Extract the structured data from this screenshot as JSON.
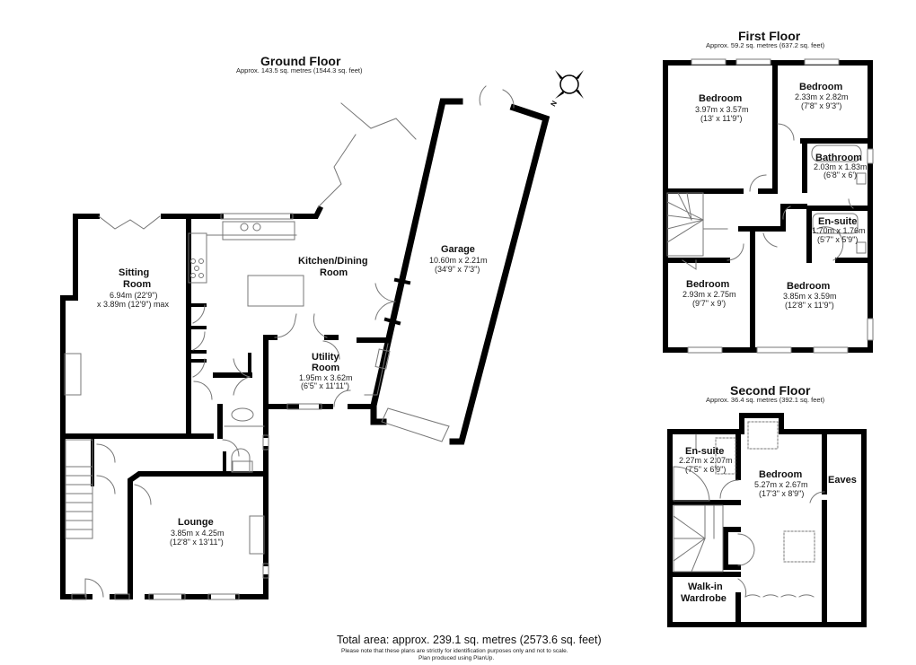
{
  "floors": {
    "ground": {
      "title": "Ground Floor",
      "area": "Approx. 143.5 sq. metres (1544.3 sq. feet)",
      "rooms": {
        "sitting": {
          "name_line1": "Sitting",
          "name_line2": "Room",
          "dim1": "6.94m (22'9\")",
          "dim2": "x 3.89m (12'9\") max"
        },
        "kitchen": {
          "name_line1": "Kitchen/Dining",
          "name_line2": "Room"
        },
        "garage": {
          "name": "Garage",
          "dim_m": "10.60m x 2.21m",
          "dim_ft": "(34'9\" x 7'3\")"
        },
        "utility": {
          "name_line1": "Utility",
          "name_line2": "Room",
          "dim_m": "1.95m x 3.62m",
          "dim_ft": "(6'5\" x 11'11\")"
        },
        "lounge": {
          "name": "Lounge",
          "dim_m": "3.85m x 4.25m",
          "dim_ft": "(12'8\" x 13'11\")"
        }
      }
    },
    "first": {
      "title": "First Floor",
      "area": "Approx. 59.2 sq. metres (637.2 sq. feet)",
      "rooms": {
        "bed1": {
          "name": "Bedroom",
          "dim_m": "3.97m x 3.57m",
          "dim_ft": "(13' x 11'9\")"
        },
        "bed2": {
          "name": "Bedroom",
          "dim_m": "2.33m x 2.82m",
          "dim_ft": "(7'8\" x 9'3\")"
        },
        "bathroom": {
          "name": "Bathroom",
          "dim_m": "2.03m x 1.83m",
          "dim_ft": "(6'8\" x 6')"
        },
        "ensuite": {
          "name": "En-suite",
          "dim_m": "1.70m x 1.76m",
          "dim_ft": "(5'7\" x 5'9\")"
        },
        "bed3": {
          "name": "Bedroom",
          "dim_m": "2.93m x 2.75m",
          "dim_ft": "(9'7\" x 9')"
        },
        "bed4": {
          "name": "Bedroom",
          "dim_m": "3.85m x 3.59m",
          "dim_ft": "(12'8\" x 11'9\")"
        }
      }
    },
    "second": {
      "title": "Second Floor",
      "area": "Approx. 36.4 sq. metres (392.1 sq. feet)",
      "rooms": {
        "ensuite": {
          "name": "En-suite",
          "dim_m": "2.27m x 2.07m",
          "dim_ft": "(7'5\" x 6'9\")"
        },
        "bedroom": {
          "name": "Bedroom",
          "dim_m": "5.27m x 2.67m",
          "dim_ft": "(17'3\" x 8'9\")"
        },
        "eaves": {
          "name": "Eaves"
        },
        "wardrobe": {
          "name_line1": "Walk-in",
          "name_line2": "Wardrobe"
        }
      }
    }
  },
  "compass": {
    "label": "N",
    "icon": "compass-icon"
  },
  "footer": {
    "total": "Total area: approx. 239.1 sq. metres (2573.6 sq. feet)",
    "note1": "Please note that these plans are strictly for identification purposes only and not to scale.",
    "note2": "Plan produced using PlanUp."
  },
  "colors": {
    "wall": "#000000",
    "background": "#ffffff",
    "fixture": "#888888"
  }
}
